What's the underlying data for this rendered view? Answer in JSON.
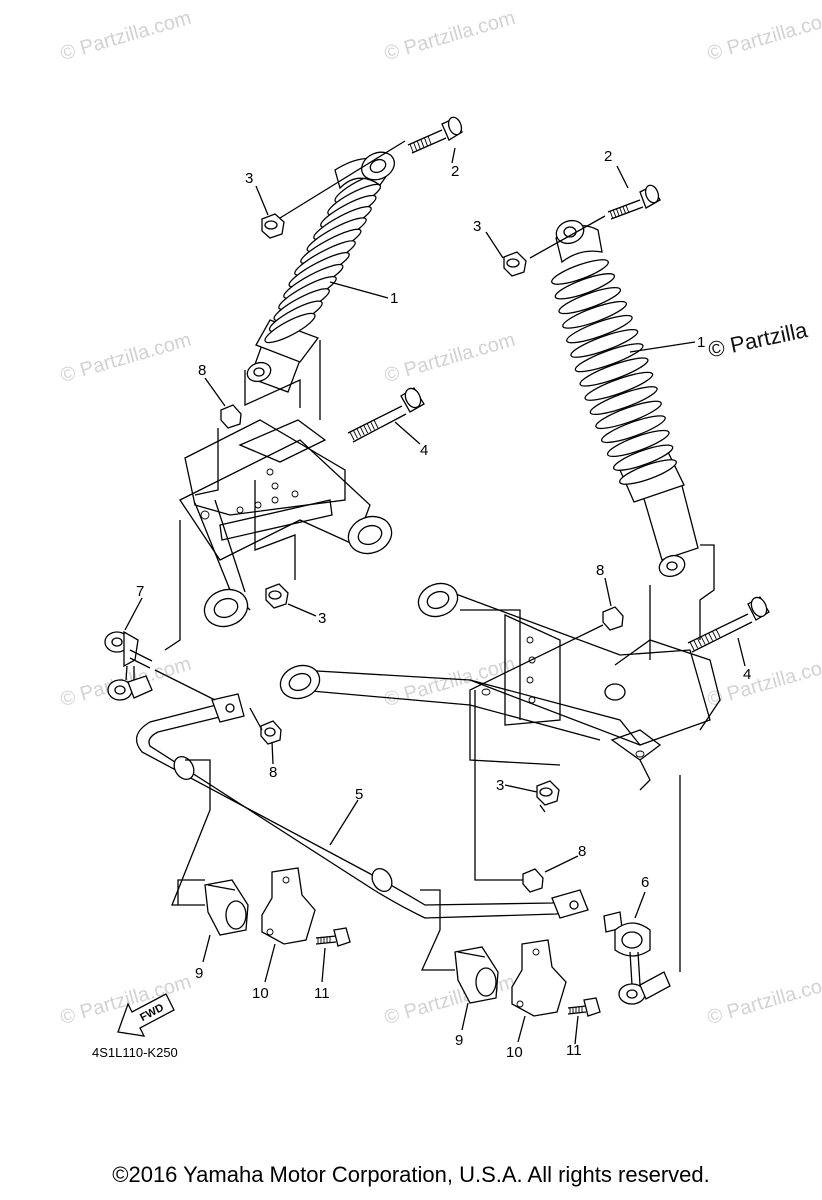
{
  "watermark": {
    "text": "© Partzilla.com",
    "prominent_text": "© Partzilla"
  },
  "callouts": [
    {
      "id": "c2a",
      "label": "2"
    },
    {
      "id": "c3a",
      "label": "3"
    },
    {
      "id": "c1a",
      "label": "1"
    },
    {
      "id": "c2b",
      "label": "2"
    },
    {
      "id": "c3b",
      "label": "3"
    },
    {
      "id": "c1b",
      "label": "1"
    },
    {
      "id": "c8a",
      "label": "8"
    },
    {
      "id": "c4a",
      "label": "4"
    },
    {
      "id": "c7",
      "label": "7"
    },
    {
      "id": "c3c",
      "label": "3"
    },
    {
      "id": "c8b",
      "label": "8"
    },
    {
      "id": "c4b",
      "label": "4"
    },
    {
      "id": "c8c",
      "label": "8"
    },
    {
      "id": "c3d",
      "label": "3"
    },
    {
      "id": "c5",
      "label": "5"
    },
    {
      "id": "c8d",
      "label": "8"
    },
    {
      "id": "c6",
      "label": "6"
    },
    {
      "id": "c9a",
      "label": "9"
    },
    {
      "id": "c10a",
      "label": "10"
    },
    {
      "id": "c11a",
      "label": "11"
    },
    {
      "id": "c9b",
      "label": "9"
    },
    {
      "id": "c10b",
      "label": "10"
    },
    {
      "id": "c11b",
      "label": "11"
    }
  ],
  "fwd_label": "FWD",
  "diagram_code": "4S1L110-K250",
  "copyright": "©2016 Yamaha Motor Corporation, U.S.A. All rights reserved."
}
